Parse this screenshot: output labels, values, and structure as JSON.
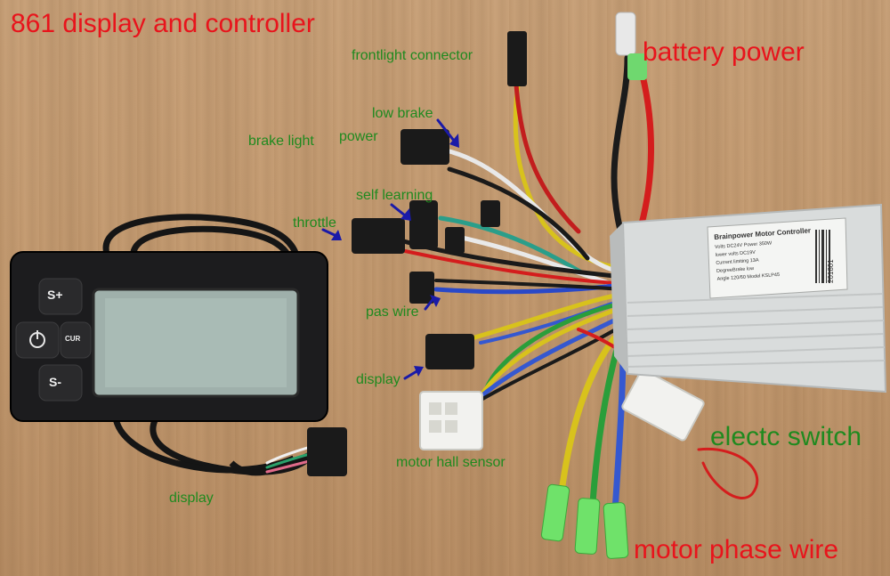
{
  "labels": {
    "title": "861 display and controller",
    "battery_power": "battery power",
    "frontlight_connector": "frontlight connector",
    "low_brake": "low brake",
    "power": "power",
    "brake_light": "brake light",
    "self_learning": "self learning",
    "throttle": "throttle",
    "pas_wire": "pas wire",
    "display_connector": "display",
    "motor_hall_sensor": "motor hall sensor",
    "electc_switch": "electc switch",
    "display_cable": "display",
    "motor_phase_wire": "motor phase wire"
  },
  "display_unit": {
    "button_plus": "S+",
    "button_minus": "S-",
    "button_cur": "CUR"
  },
  "controller_label": {
    "brand": "Brainpower Motor Controller",
    "line1": "Volts DC24V   Power 350W",
    "line2": "lower volts DC19V",
    "line3": "Current limiting 13A",
    "line4": "DegreeBrake low",
    "line5": "Angle 120/60  Model KSLP45",
    "serial": "201801"
  },
  "colors": {
    "label_red": "#e8141c",
    "label_green": "#1f8a1f",
    "arrow_blue": "#1a1aa8"
  }
}
